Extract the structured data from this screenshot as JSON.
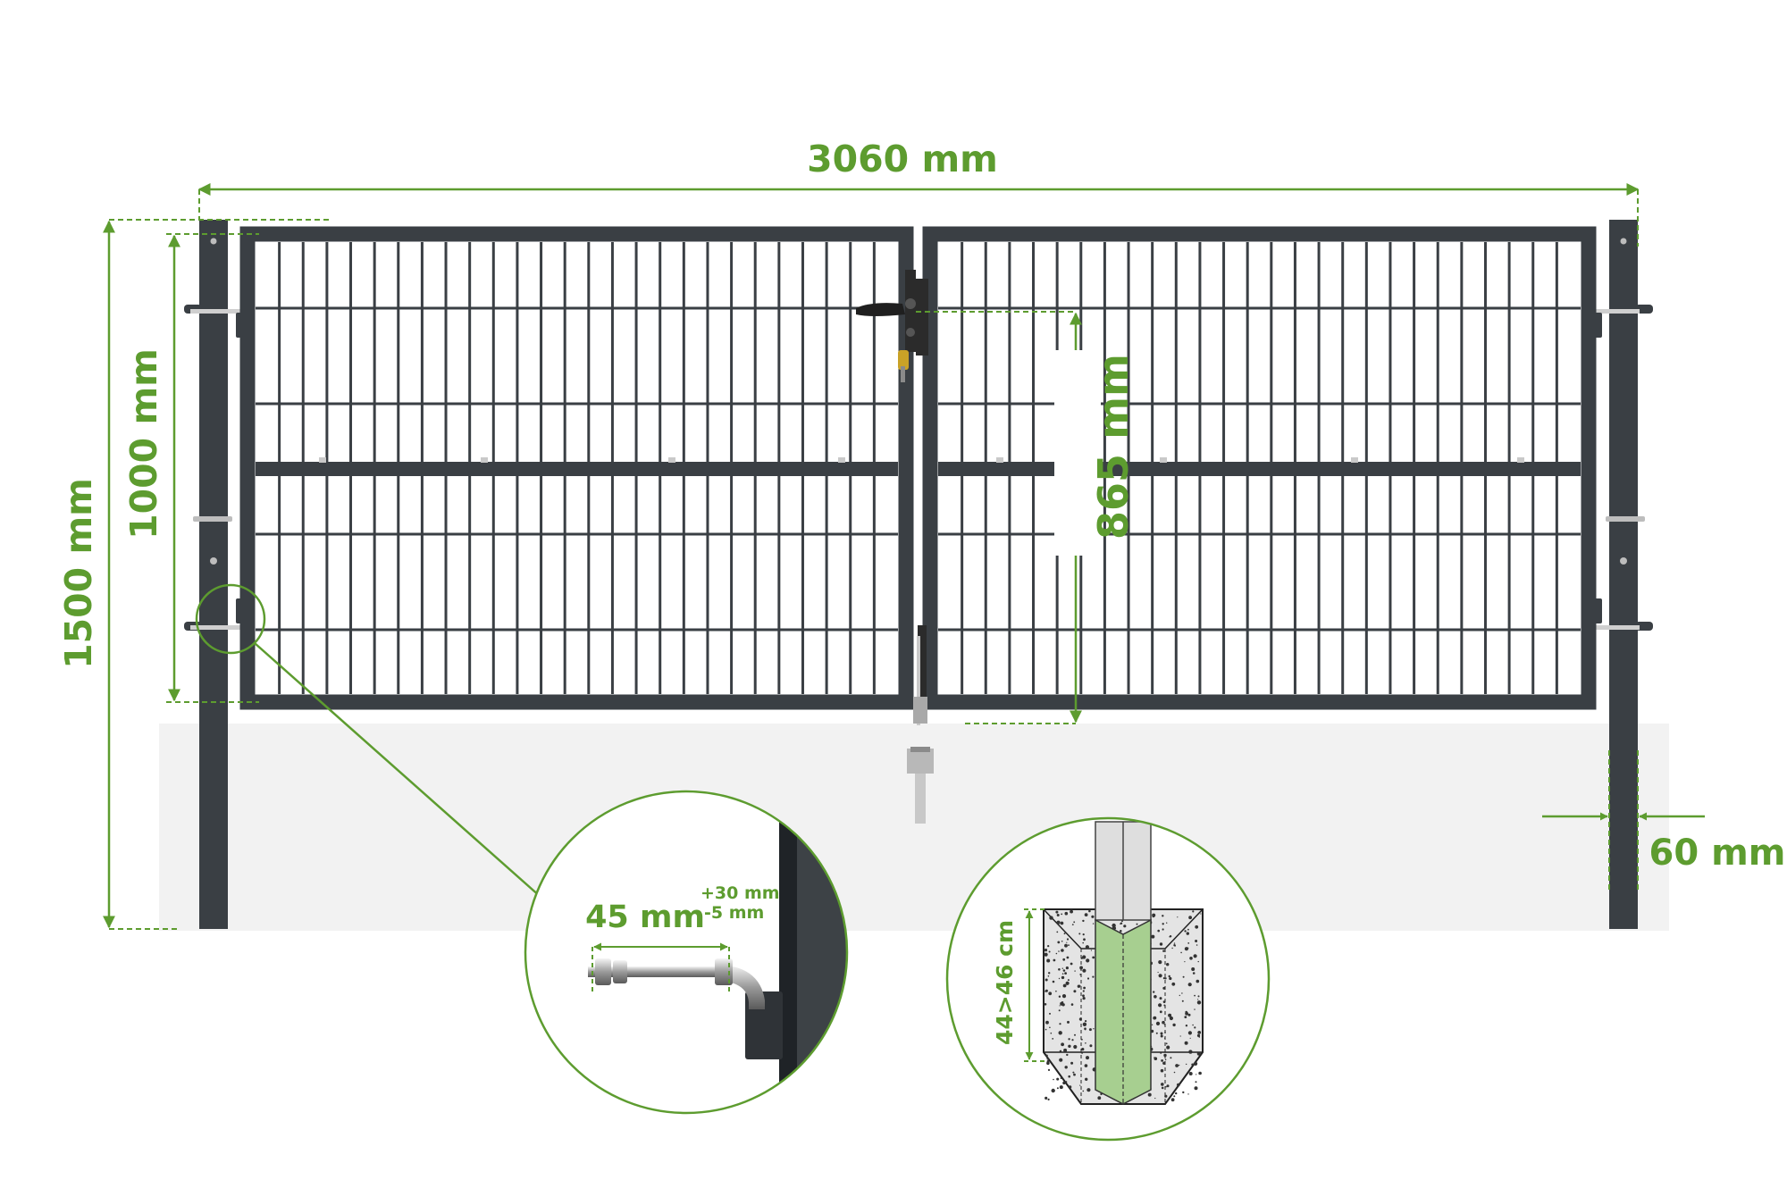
{
  "colors": {
    "accent": "#5d9c2f",
    "gate_frame": "#3a3f44",
    "ground": "#f2f2f2",
    "concrete_fill": "#e4e4e4",
    "post_buried": "#a7cf90"
  },
  "dimensions": {
    "total_width": "3060 mm",
    "total_height": "1500 mm",
    "panel_height": "1000 mm",
    "lock_height": "865 mm",
    "post_width": "60 mm"
  },
  "hinge_detail": {
    "length": "45 mm",
    "tolerance_plus": "+30 mm",
    "tolerance_minus": "-5 mm"
  },
  "foundation_detail": {
    "depth": "44>46 cm"
  },
  "icons": [
    "hinge-bolt-icon",
    "lock-icon",
    "ground-bolt-icon",
    "concrete-footing-icon"
  ]
}
